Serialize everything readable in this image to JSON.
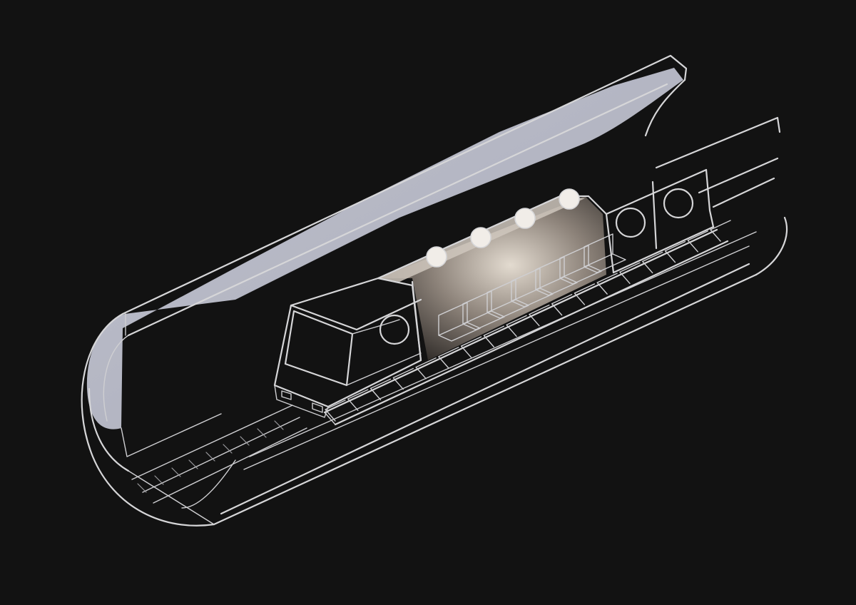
{
  "colors": {
    "background": "#121212",
    "line": "#d6d6d8",
    "tunnel_inner_wall": "#b7b9c6",
    "cabin_interior_light": "#d8d0c6",
    "cabin_interior_dark": "#2a2623"
  },
  "illustration": {
    "seat_rows": 7,
    "ceiling_lamps": 4,
    "tunnel_rail_ties": 9
  }
}
